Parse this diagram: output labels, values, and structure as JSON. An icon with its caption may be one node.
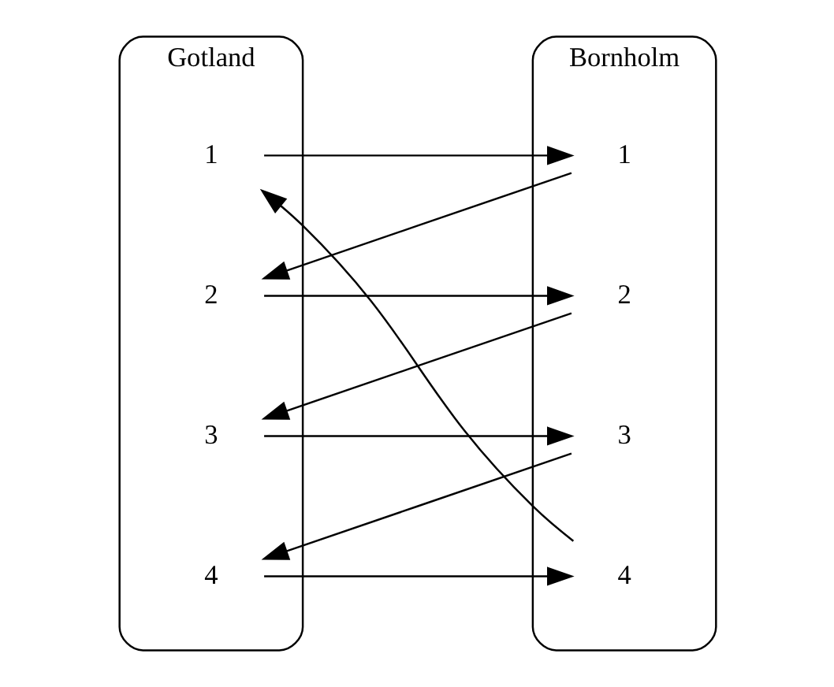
{
  "diagram": {
    "nodes": [
      {
        "text": [
          "Gotland"
        ]
      },
      {
        "text": [
          "Bornholm"
        ]
      },
      {
        "text": [
          "1"
        ],
        "in": 0
      },
      {
        "text": [
          "2"
        ],
        "in": 0
      },
      {
        "text": [
          "3"
        ],
        "in": 0
      },
      {
        "text": [
          "4"
        ],
        "in": 0
      },
      {
        "text": [
          "1"
        ],
        "in": 1
      },
      {
        "text": [
          "2"
        ],
        "in": 1
      },
      {
        "text": [
          "3"
        ],
        "in": 1
      },
      {
        "text": [
          "4"
        ],
        "in": 1
      }
    ],
    "edges": [
      {
        "from": 2,
        "to": 6,
        "arrow": "to"
      },
      {
        "from": 6,
        "to": 3,
        "arrow": "to"
      },
      {
        "from": 3,
        "to": 7,
        "arrow": "to"
      },
      {
        "from": 7,
        "to": 4,
        "arrow": "to"
      },
      {
        "from": 4,
        "to": 8,
        "arrow": "to"
      },
      {
        "from": 8,
        "to": 5,
        "arrow": "to"
      },
      {
        "from": 5,
        "to": 9,
        "arrow": "to"
      },
      {
        "from": 9,
        "to": 2,
        "arrow": "to"
      }
    ]
  }
}
